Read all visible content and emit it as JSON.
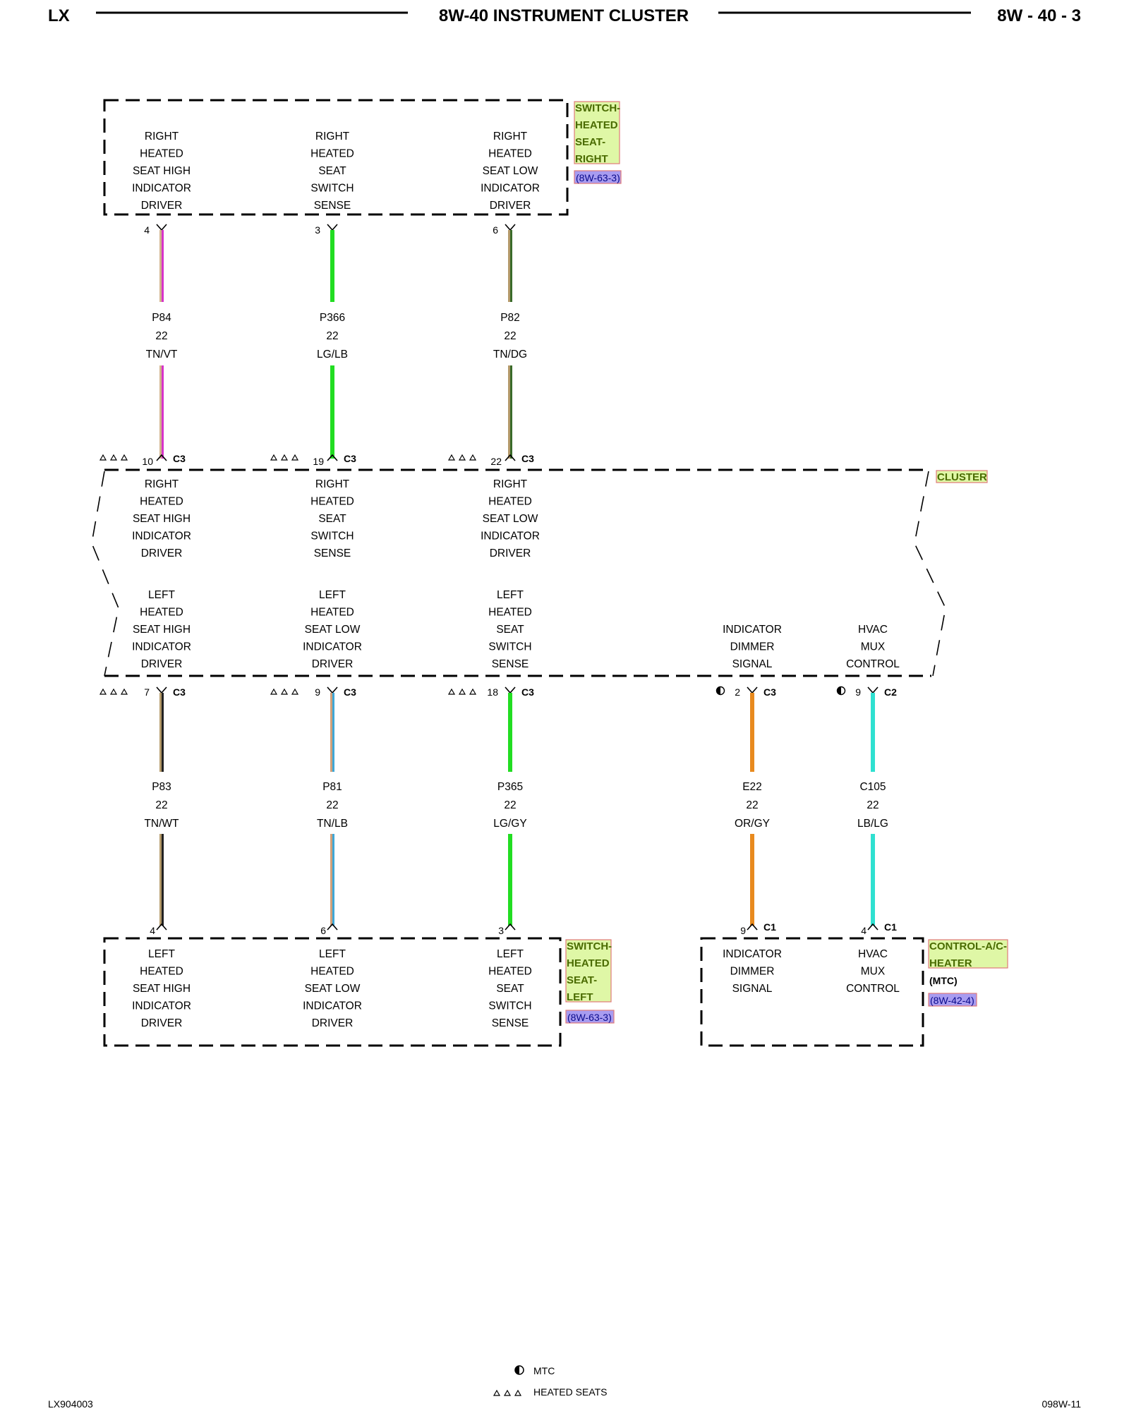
{
  "header": {
    "left": "LX",
    "title": "8W-40 INSTRUMENT CLUSTER",
    "right": "8W - 40 - 3"
  },
  "footer": {
    "left": "LX904003",
    "right": "098W-11",
    "legend": [
      {
        "symbol": "MTC-icon",
        "label": "MTC"
      },
      {
        "symbol": "heated-seats-icon",
        "label": "HEATED SEATS"
      }
    ]
  },
  "components": {
    "switch_right": {
      "tag": [
        "SWITCH-",
        "HEATED",
        "SEAT-",
        "RIGHT"
      ],
      "ref": "(8W-63-3)"
    },
    "cluster": {
      "tag": [
        "CLUSTER"
      ]
    },
    "switch_left": {
      "tag": [
        "SWITCH-",
        "HEATED",
        "SEAT-",
        "LEFT"
      ],
      "ref": "(8W-63-3)"
    },
    "control_heater": {
      "tag": [
        "CONTROL-A/C-",
        "HEATER"
      ],
      "sub": "(MTC)",
      "ref": "(8W-42-4)"
    }
  },
  "top_circuits": [
    {
      "label": [
        "RIGHT",
        "HEATED",
        "SEAT HIGH",
        "INDICATOR",
        "DRIVER"
      ],
      "top_pin": "4",
      "wire": "P84",
      "gauge": "22",
      "color": "TN/VT",
      "cluster_pin": "10",
      "cluster_conn": "C3",
      "cluster_label": [
        "RIGHT",
        "HEATED",
        "SEAT HIGH",
        "INDICATOR",
        "DRIVER"
      ],
      "wire_colors": [
        "#d2b48c",
        "#d633c9"
      ]
    },
    {
      "label": [
        "RIGHT",
        "HEATED",
        "SEAT",
        "SWITCH",
        "SENSE"
      ],
      "top_pin": "3",
      "wire": "P366",
      "gauge": "22",
      "color": "LG/LB",
      "cluster_pin": "19",
      "cluster_conn": "C3",
      "cluster_label": [
        "RIGHT",
        "HEATED",
        "SEAT",
        "SWITCH",
        "SENSE"
      ],
      "wire_colors": [
        "#22dd22",
        "#22dd22"
      ]
    },
    {
      "label": [
        "RIGHT",
        "HEATED",
        "SEAT LOW",
        "INDICATOR",
        "DRIVER"
      ],
      "top_pin": "6",
      "wire": "P82",
      "gauge": "22",
      "color": "TN/DG",
      "cluster_pin": "22",
      "cluster_conn": "C3",
      "cluster_label": [
        "RIGHT",
        "HEATED",
        "SEAT LOW",
        "INDICATOR",
        "DRIVER"
      ],
      "wire_colors": [
        "#b59a6a",
        "#3a6b2a"
      ]
    }
  ],
  "bottom_circuits": [
    {
      "cluster_label": [
        "LEFT",
        "HEATED",
        "SEAT HIGH",
        "INDICATOR",
        "DRIVER"
      ],
      "cluster_pin": "7",
      "cluster_conn": "C3",
      "wire": "P83",
      "gauge": "22",
      "color": "TN/WT",
      "end_pin": "4",
      "end_conn": "",
      "end_label": [
        "LEFT",
        "HEATED",
        "SEAT HIGH",
        "INDICATOR",
        "DRIVER"
      ],
      "wire_colors": [
        "#b59a6a",
        "#222222"
      ],
      "mark": "heated"
    },
    {
      "cluster_label": [
        "LEFT",
        "HEATED",
        "SEAT LOW",
        "INDICATOR",
        "DRIVER"
      ],
      "cluster_pin": "9",
      "cluster_conn": "C3",
      "wire": "P81",
      "gauge": "22",
      "color": "TN/LB",
      "end_pin": "6",
      "end_conn": "",
      "end_label": [
        "LEFT",
        "HEATED",
        "SEAT LOW",
        "INDICATOR",
        "DRIVER"
      ],
      "wire_colors": [
        "#d2a07a",
        "#3fa7d6"
      ],
      "mark": "heated"
    },
    {
      "cluster_label": [
        "LEFT",
        "HEATED",
        "SEAT",
        "SWITCH",
        "SENSE"
      ],
      "cluster_pin": "18",
      "cluster_conn": "C3",
      "wire": "P365",
      "gauge": "22",
      "color": "LG/GY",
      "end_pin": "3",
      "end_conn": "",
      "end_label": [
        "LEFT",
        "HEATED",
        "SEAT",
        "SWITCH",
        "SENSE"
      ],
      "wire_colors": [
        "#22dd22",
        "#22dd22"
      ],
      "mark": "heated"
    },
    {
      "cluster_label": [
        "INDICATOR",
        "DIMMER",
        "SIGNAL"
      ],
      "cluster_pin": "2",
      "cluster_conn": "C3",
      "wire": "E22",
      "gauge": "22",
      "color": "OR/GY",
      "end_pin": "9",
      "end_conn": "C1",
      "end_label": [
        "INDICATOR",
        "DIMMER",
        "SIGNAL"
      ],
      "wire_colors": [
        "#e88a1e",
        "#e88a1e"
      ],
      "mark": "mtc"
    },
    {
      "cluster_label": [
        "HVAC",
        "MUX",
        "CONTROL"
      ],
      "cluster_pin": "9",
      "cluster_conn": "C2",
      "wire": "C105",
      "gauge": "22",
      "color": "LB/LG",
      "end_pin": "4",
      "end_conn": "C1",
      "end_label": [
        "HVAC",
        "MUX",
        "CONTROL"
      ],
      "wire_colors": [
        "#2fe0d0",
        "#2fe0d0"
      ],
      "mark": "mtc"
    }
  ]
}
